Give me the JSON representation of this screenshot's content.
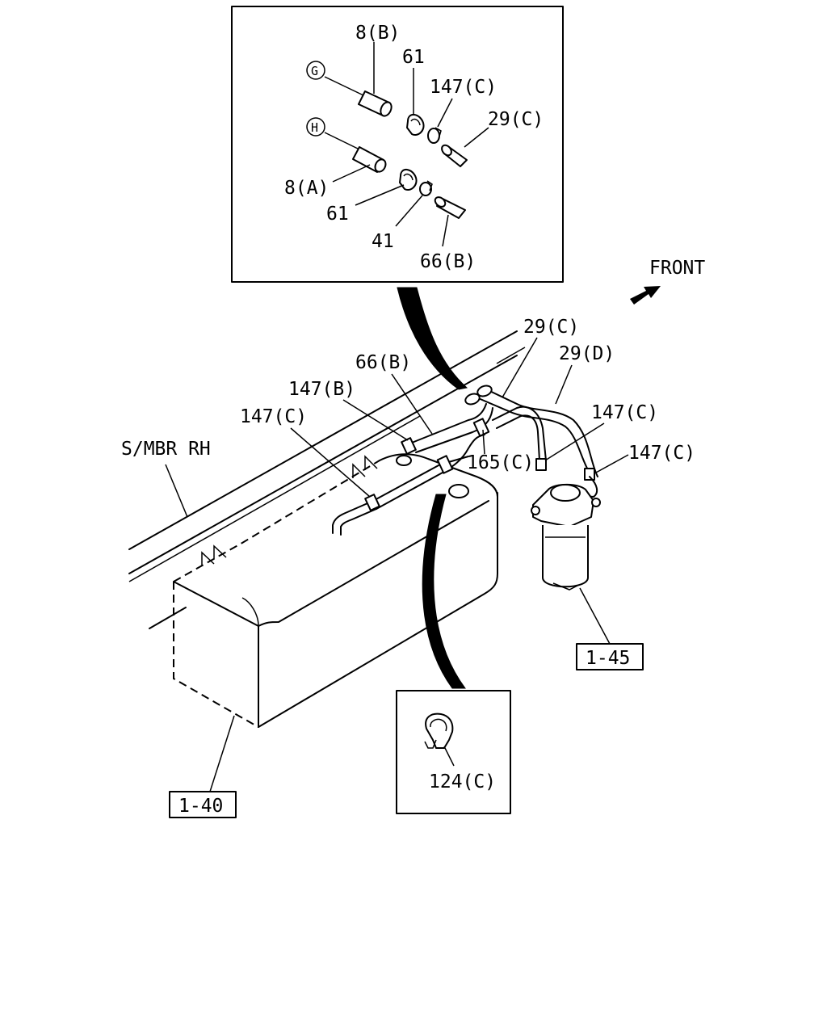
{
  "labels": {
    "inset_top": {
      "p8b": "8(B)",
      "p61a": "61",
      "p147c": "147(C)",
      "p29c": "29(C)",
      "pg": "G",
      "ph": "H",
      "p8a": "8(A)",
      "p61b": "61",
      "p41": "41",
      "p66b": "66(B)"
    },
    "main": {
      "front": "FRONT",
      "p29c": "29(C)",
      "p29d": "29(D)",
      "p66b": "66(B)",
      "p147b": "147(B)",
      "p147c_left": "147(C)",
      "p147c_right1": "147(C)",
      "p147c_right2": "147(C)",
      "p165c": "165(C)",
      "smbr": "S/MBR RH",
      "ref145": "1-45",
      "ref140": "1-40"
    },
    "inset_bottom": {
      "p124c": "124(C)"
    }
  }
}
